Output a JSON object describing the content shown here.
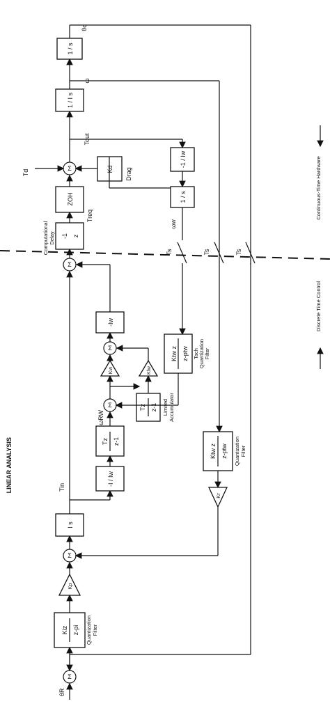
{
  "title": "LINEAR ANALYSIS",
  "signals": {
    "theta_r": "θR",
    "theta_c": "θc",
    "omega": "ω",
    "omega_w": "ωw",
    "omega_r_w": "ωRW",
    "tin": "Tin",
    "tout": "Tout",
    "treq": "Treq",
    "td": "Td",
    "drag": "Drag",
    "ts": "Ts"
  },
  "blocks": {
    "quant_filter_num": "Kiz",
    "quant_filter_den": "z-pi",
    "quant_filter_label_1": "Quantization",
    "quant_filter_label_2": "Filter",
    "kp": "Kp",
    "is_block": "I s",
    "neg_i_over_iw": "-I / Iw",
    "tz_num": "Tz",
    "tz_den": "z-1",
    "kw": "Kw",
    "klw": "Klw",
    "limited_acc_1": "Limited",
    "limited_acc_2": "Accumulator",
    "neg_iw": "-Iw",
    "comp_delay_num": "-1",
    "comp_delay_den": "z",
    "comp_delay_label_1": "Computational",
    "comp_delay_label_2": "Delay",
    "zoh": "ZOH",
    "kd": "Kd",
    "tach_num": "Ktw z",
    "tach_den": "z-ptw",
    "tach_label_1": "Tach",
    "tach_label_2": "Quantization",
    "tach_label_3": "Filter",
    "quant2_num": "Ktw z",
    "quant2_den": "z-ptw",
    "quant2_label_1": "Quantization",
    "quant2_label_2": "Filter",
    "kr": "Kr",
    "one_over_s": "1 / s",
    "neg_one_over_iw": "-1 / Iw",
    "one_over_is": "1 / I s",
    "one_over_s_out": "1 / s"
  },
  "legend": {
    "discrete": "Discrete Time Control",
    "continuous": "Continuous-Time Hardware"
  }
}
